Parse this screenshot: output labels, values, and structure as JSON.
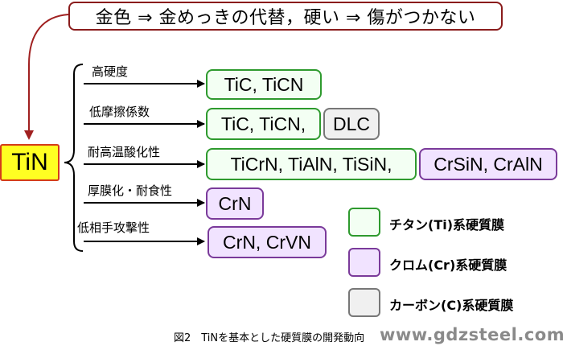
{
  "header": {
    "text": "金色 ⇒ 金めっきの代替，硬い ⇒ 傷がつかない"
  },
  "source": {
    "label": "TiN"
  },
  "branches": [
    {
      "property": "高硬度",
      "targets": [
        {
          "text": "TiC, TiCN",
          "kind": "titanium"
        }
      ]
    },
    {
      "property": "低摩擦係数",
      "targets": [
        {
          "text": "TiC, TiCN,",
          "kind": "titanium"
        },
        {
          "text": "DLC",
          "kind": "carbon"
        }
      ]
    },
    {
      "property": "耐高温酸化性",
      "targets": [
        {
          "text": "TiCrN, TiAlN, TiSiN,",
          "kind": "titanium"
        },
        {
          "text": "CrSiN, CrAlN",
          "kind": "chromium"
        }
      ]
    },
    {
      "property": "厚膜化・耐食性",
      "targets": [
        {
          "text": "CrN",
          "kind": "chromium"
        }
      ]
    },
    {
      "property": "低相手攻撃性",
      "targets": [
        {
          "text": "CrN, CrVN",
          "kind": "chromium"
        }
      ]
    }
  ],
  "legend": [
    {
      "label": "チタン(Ti)系硬質膜",
      "kind": "titanium"
    },
    {
      "label": "クロム(Cr)系硬質膜",
      "kind": "chromium"
    },
    {
      "label": "カーボン(C)系硬質膜",
      "kind": "carbon"
    }
  ],
  "colors": {
    "titanium_border": "#2e9a2e",
    "titanium_fill": "#f3fff3",
    "chromium_border": "#7a3a9a",
    "chromium_fill": "#f1e3ff",
    "carbon_border": "#777777",
    "carbon_fill": "#f0f0f0",
    "tin_fill": "#ffff22",
    "tin_border": "#d43b1a",
    "header_border": "#8a1c1c",
    "connector": "#a02020"
  },
  "caption": "図2　TiNを基本とした硬質膜の開発動向",
  "watermark": "www.gdzsteel.com"
}
